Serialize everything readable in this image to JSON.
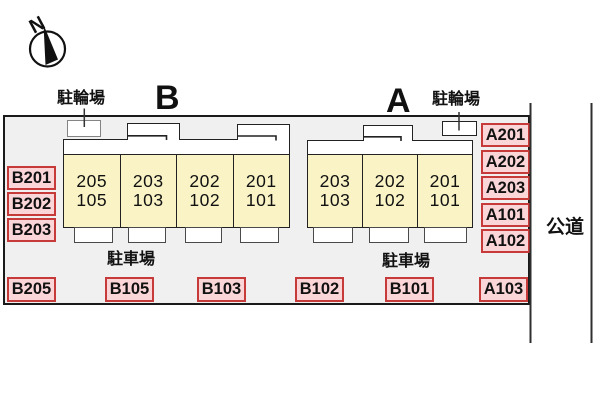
{
  "plan": {
    "compass": {
      "north_label": "N"
    },
    "road": {
      "label": "公道"
    },
    "buildings": {
      "B": {
        "label": "B",
        "bike_parking_label": "駐輪場",
        "parking_label": "駐車場",
        "units": [
          {
            "upper": "205",
            "lower": "105"
          },
          {
            "upper": "203",
            "lower": "103"
          },
          {
            "upper": "202",
            "lower": "102"
          },
          {
            "upper": "201",
            "lower": "101"
          }
        ]
      },
      "A": {
        "label": "A",
        "bike_parking_label": "駐輪場",
        "parking_label": "駐車場",
        "units": [
          {
            "upper": "203",
            "lower": "103"
          },
          {
            "upper": "202",
            "lower": "102"
          },
          {
            "upper": "201",
            "lower": "101"
          }
        ]
      }
    },
    "parking_spaces": {
      "left_column": [
        "B201",
        "B202",
        "B203"
      ],
      "right_column": [
        "A201",
        "A202",
        "A203",
        "A101",
        "A102"
      ],
      "bottom_row": [
        "B205",
        "B105",
        "B103",
        "B102",
        "B101",
        "A103"
      ]
    },
    "colors": {
      "unit_fill": "#f9f3c6",
      "space_fill": "#fbd6d8",
      "space_border": "#c63a3a",
      "site_fill": "#f0f0f0",
      "outline": "#1a1a1a"
    }
  }
}
